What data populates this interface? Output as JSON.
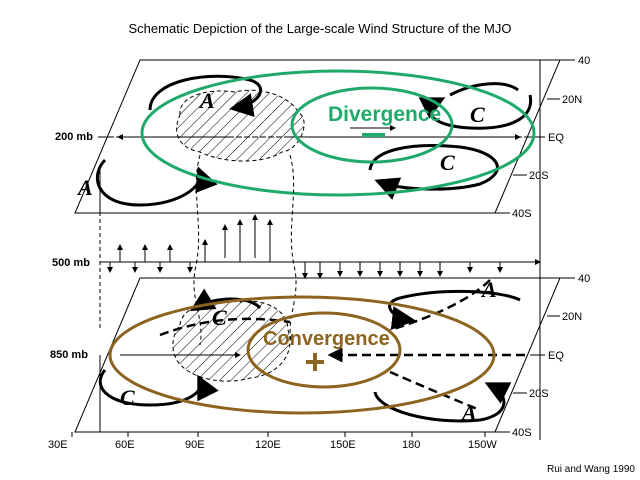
{
  "title": "Schematic Depiction of the Large-scale Wind Structure of the MJO",
  "credit": "Rui and Wang 1990",
  "levels": {
    "upper": "200 mb",
    "middle": "500 mb",
    "lower": "850 mb"
  },
  "latitudes": [
    "40",
    "20N",
    "EQ",
    "20S",
    "40S"
  ],
  "longitudes": [
    "30E",
    "60E",
    "90E",
    "120E",
    "150E",
    "180",
    "150W"
  ],
  "upper_regions": [
    "A",
    "A",
    "C",
    "C"
  ],
  "lower_regions": [
    "C",
    "C",
    "A",
    "A"
  ],
  "divergence_label": "Divergence",
  "convergence_label": "Convergence",
  "colors": {
    "divergence": "#1faa6a",
    "convergence": "#8c6420"
  }
}
